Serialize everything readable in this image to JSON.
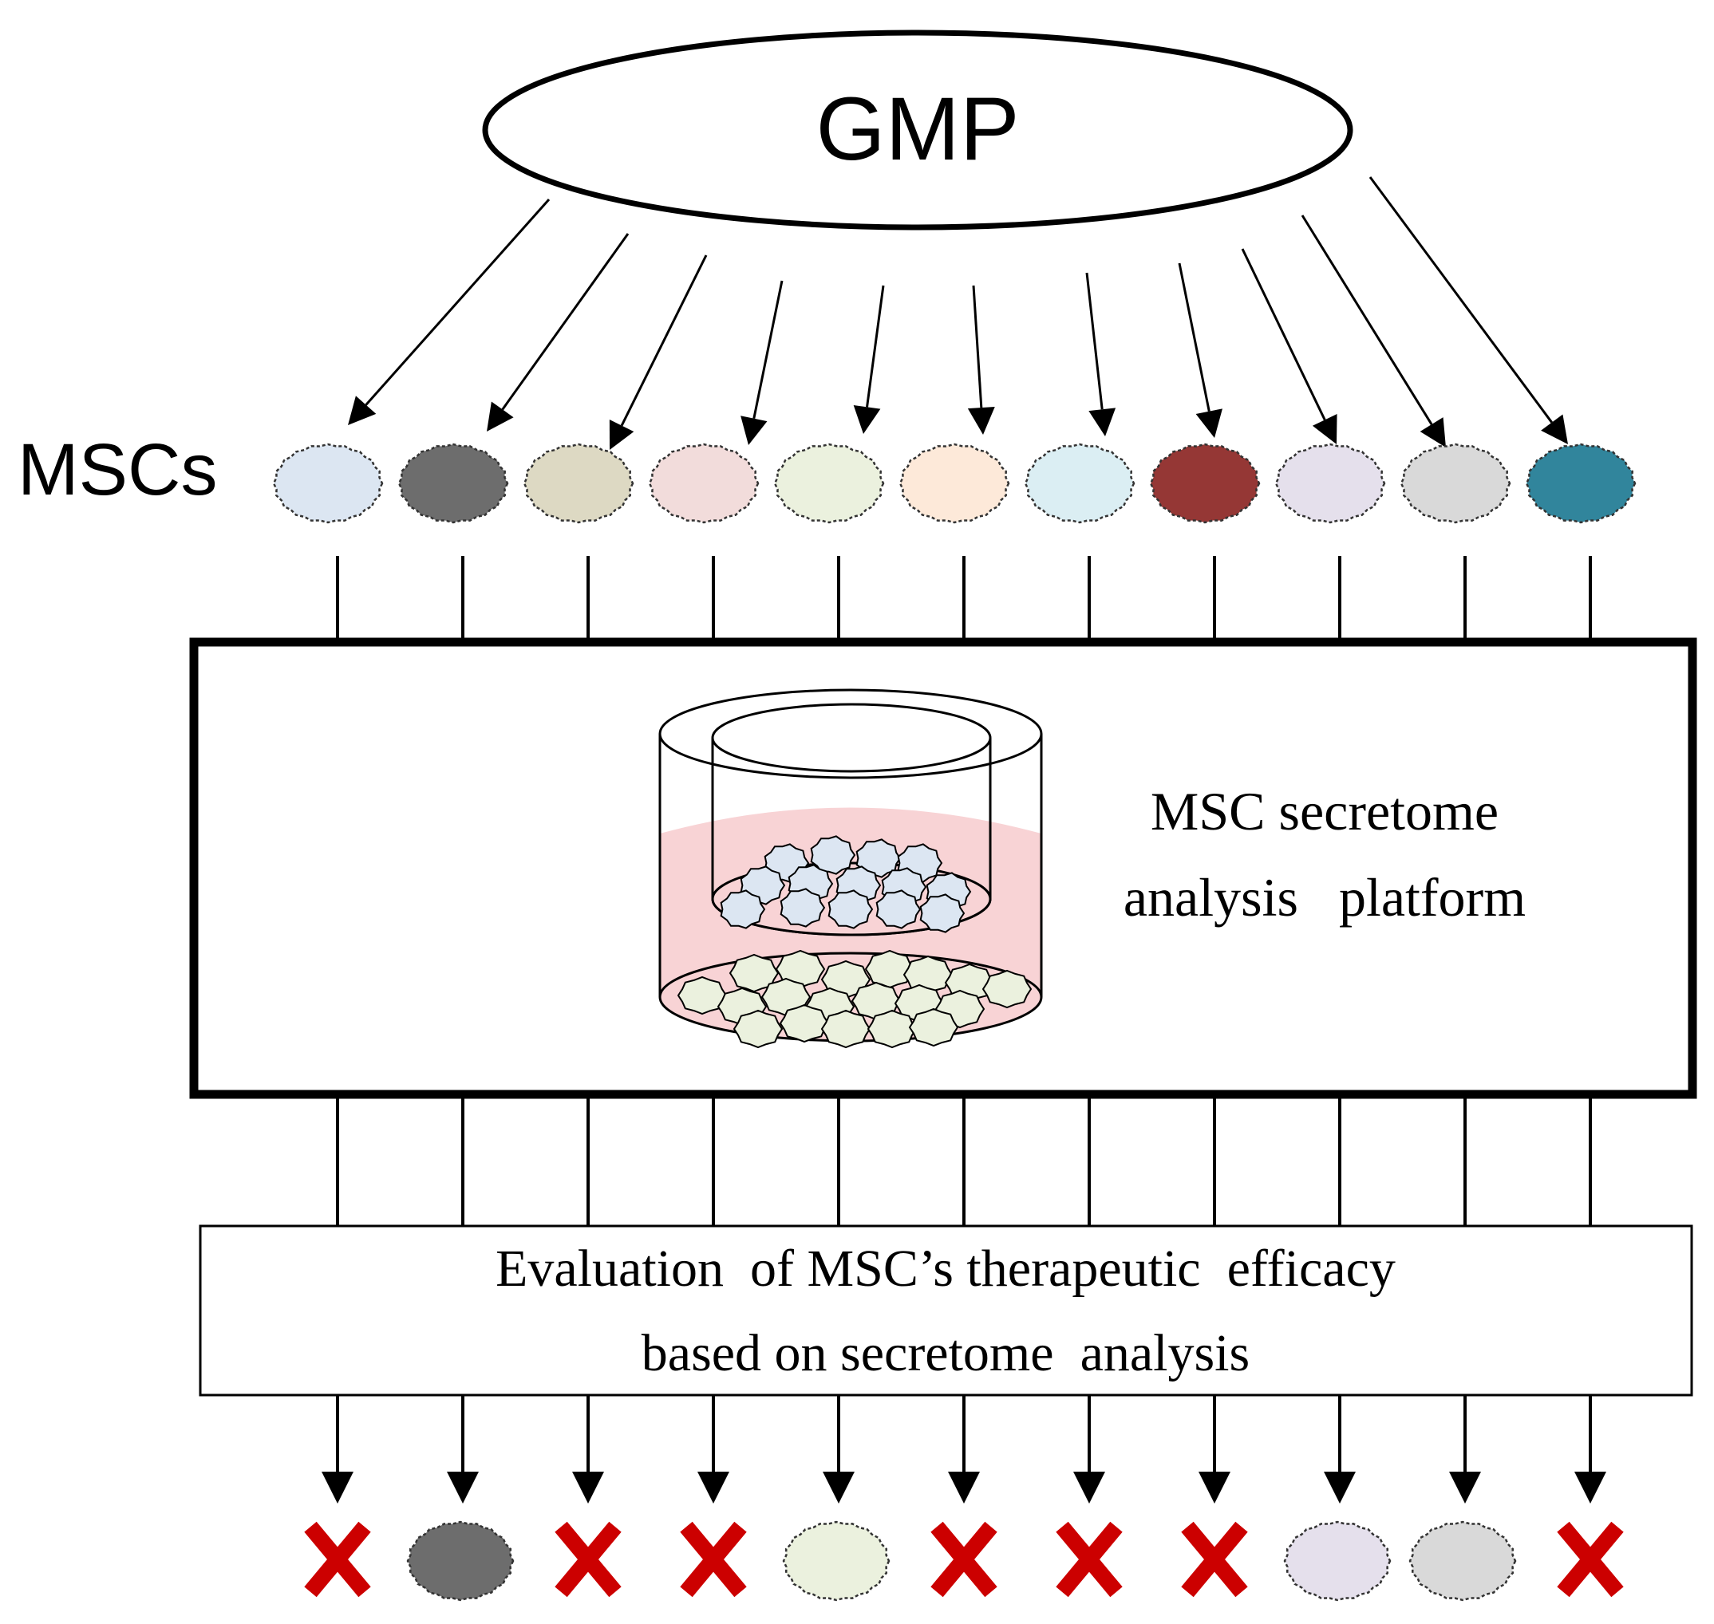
{
  "source": {
    "label": "GMP"
  },
  "msc_row": {
    "label": "MSCs"
  },
  "platform": {
    "line1": "MSC secretome",
    "line2": "analysis   platform"
  },
  "evaluation": {
    "line1": "Evaluation  of MSC’s therapeutic  efficacy",
    "line2": "based on secretome  analysis"
  },
  "colors": {
    "stroke": "#000000",
    "reject_mark": "#cc0000",
    "medium": "#f8d3d5",
    "insert_cells": "#dce6f2",
    "bottom_cells": "#ebf1de"
  },
  "msc_lines": [
    {
      "color": "#dce6f2",
      "selected": false
    },
    {
      "color": "#6d6d6d",
      "selected": true
    },
    {
      "color": "#ddd9c3",
      "selected": false
    },
    {
      "color": "#f2dcdb",
      "selected": false
    },
    {
      "color": "#ebf1de",
      "selected": true
    },
    {
      "color": "#fde9d9",
      "selected": false
    },
    {
      "color": "#dbeef3",
      "selected": false
    },
    {
      "color": "#953735",
      "selected": false
    },
    {
      "color": "#e5e0ec",
      "selected": true
    },
    {
      "color": "#d9d9d9",
      "selected": true
    },
    {
      "color": "#31859c",
      "selected": false
    }
  ]
}
